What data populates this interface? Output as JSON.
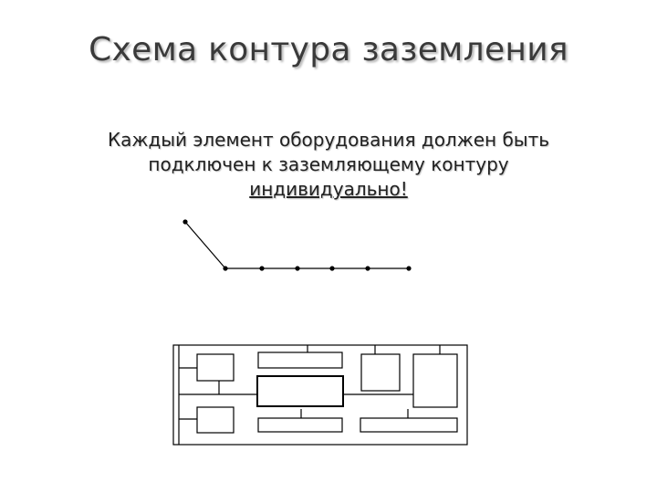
{
  "slide": {
    "title": "Схема контура заземления",
    "body_line1": "Каждый элемент оборудования должен быть",
    "body_line2": "подключен к заземляющему контуру",
    "body_line3": "индивидуально!"
  }
}
